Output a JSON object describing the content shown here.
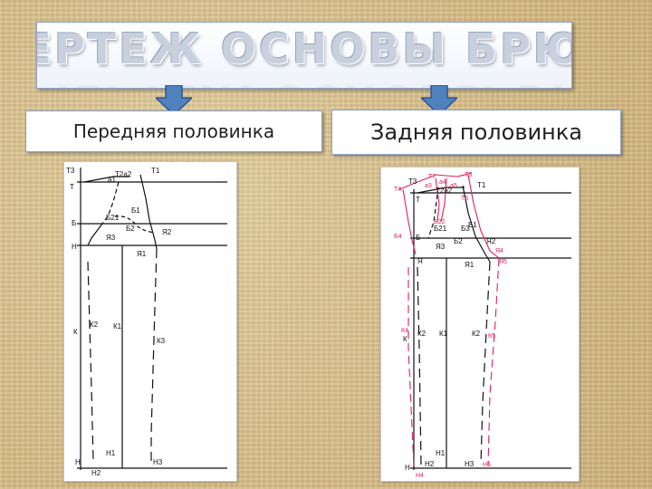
{
  "title": "ЧЕРТЕЖ ОСНОВЫ БРЮК",
  "front": {
    "label": "Передняя половинка",
    "points": {
      "t3": "Т3",
      "t": "Т",
      "t2a2": "Т2а2",
      "a1": "а1",
      "t1": "Т1",
      "b": "Б",
      "b21": "Б21",
      "b1": "Б1",
      "b2": "Б2",
      "ya3": "Я3",
      "ya2": "Я2",
      "ya1": "Я1",
      "h": "Н",
      "k2": "К2",
      "k1": "К1",
      "k": "К",
      "k3": "К3",
      "h1": "Н1",
      "hbot": "Н",
      "h2": "Н2",
      "h3": "Н3"
    }
  },
  "back": {
    "label": "Задняя половинка",
    "points": {
      "t3": "Т3",
      "t4": "Т4",
      "t7": "Т7",
      "a4": "а4",
      "t5": "Т5",
      "t1": "Т1",
      "t2a2": "Т2а2",
      "t": "Т",
      "t6": "Т6",
      "a3": "а3",
      "a5": "а5",
      "b22": "Б22",
      "b21": "Б21",
      "b3": "Б3",
      "b4": "Б4",
      "b1": "Б1",
      "b2": "Б2",
      "b": "Б",
      "ya3": "Я3",
      "ya2": "Я2",
      "ya4": "Я4",
      "ya5": "Я5",
      "ya": "Я",
      "ya1": "Я1",
      "k4": "К4",
      "kl": "К",
      "k2l": "К2",
      "k1": "К1",
      "k2r": "К2",
      "k5": "К5",
      "h": "Н",
      "h4": "Н4",
      "h2": "Н2",
      "h1": "Н1",
      "h3": "Н3",
      "h5": "Н5"
    }
  },
  "colors": {
    "accent_blue": "#4f81bd",
    "construction_red": "#e0205a",
    "line_black": "#111111"
  }
}
